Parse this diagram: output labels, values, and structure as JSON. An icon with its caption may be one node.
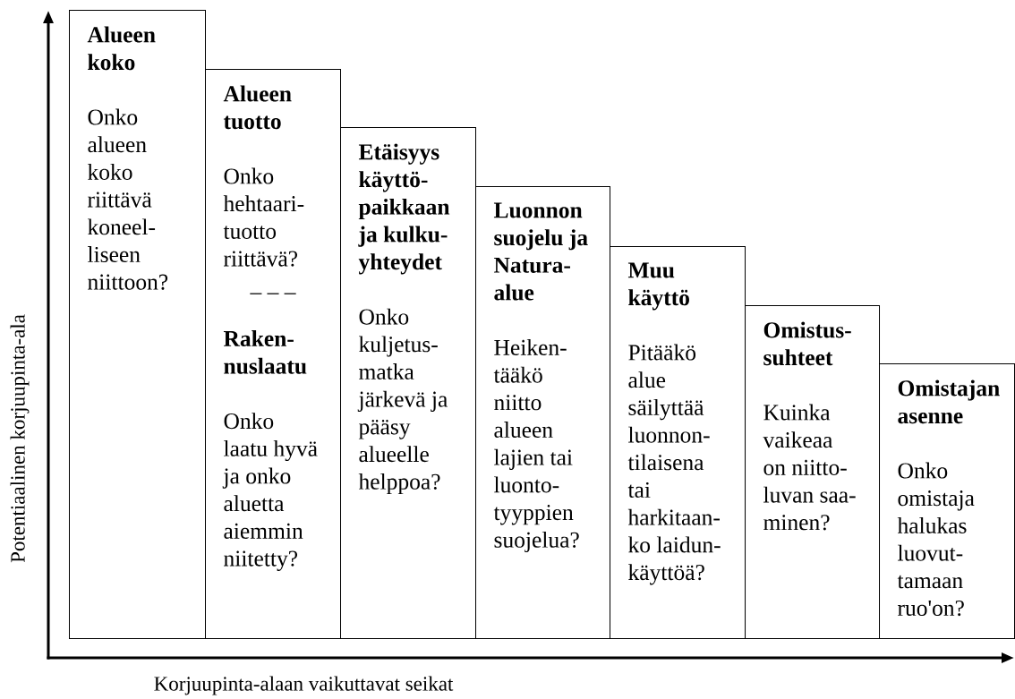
{
  "diagram": {
    "nodes": [
      {
        "text": [
          "Alueen koko",
          "Onko alueen koko riittävä koneel- liseen niittoon?"
        ]
      },
      {
        "text": [
          "Alueen tuotto",
          "Onko hehtaari- tuotto riittävä?",
          "– – –",
          "Raken- nuslaatu",
          "Onko laatu hyvä ja onko aluetta aiemmin niitetty?"
        ]
      },
      {
        "text": [
          "Etäisyys käyttö- paikkaan ja kulku- yhteydet",
          "Onko kuljetus- matka järkevä ja pääsy alueelle helppoa?"
        ]
      },
      {
        "text": [
          "Luonnon suojelu ja Natura- alue",
          "Heiken- tääkö niitto alueen lajien tai luonto- tyyppien suojelua?"
        ]
      },
      {
        "text": [
          "Muu käyttö",
          "Pitääkö alue säilyttää luonnon- tilaisena tai harkitaan- ko laidun- käyttöä?"
        ]
      },
      {
        "text": [
          "Omistus- suhteet",
          "Kuinka vaikeaa on niitto- luvan saa- minen?"
        ]
      },
      {
        "text": [
          "Omistajan asenne",
          "Onko omistaja halukas luovut- tamaan ruo'on?"
        ]
      }
    ],
    "labels": [
      "Potentiaalinen korjuupinta-ala",
      "Korjuupinta-alaan vaikuttavat seikat"
    ]
  }
}
